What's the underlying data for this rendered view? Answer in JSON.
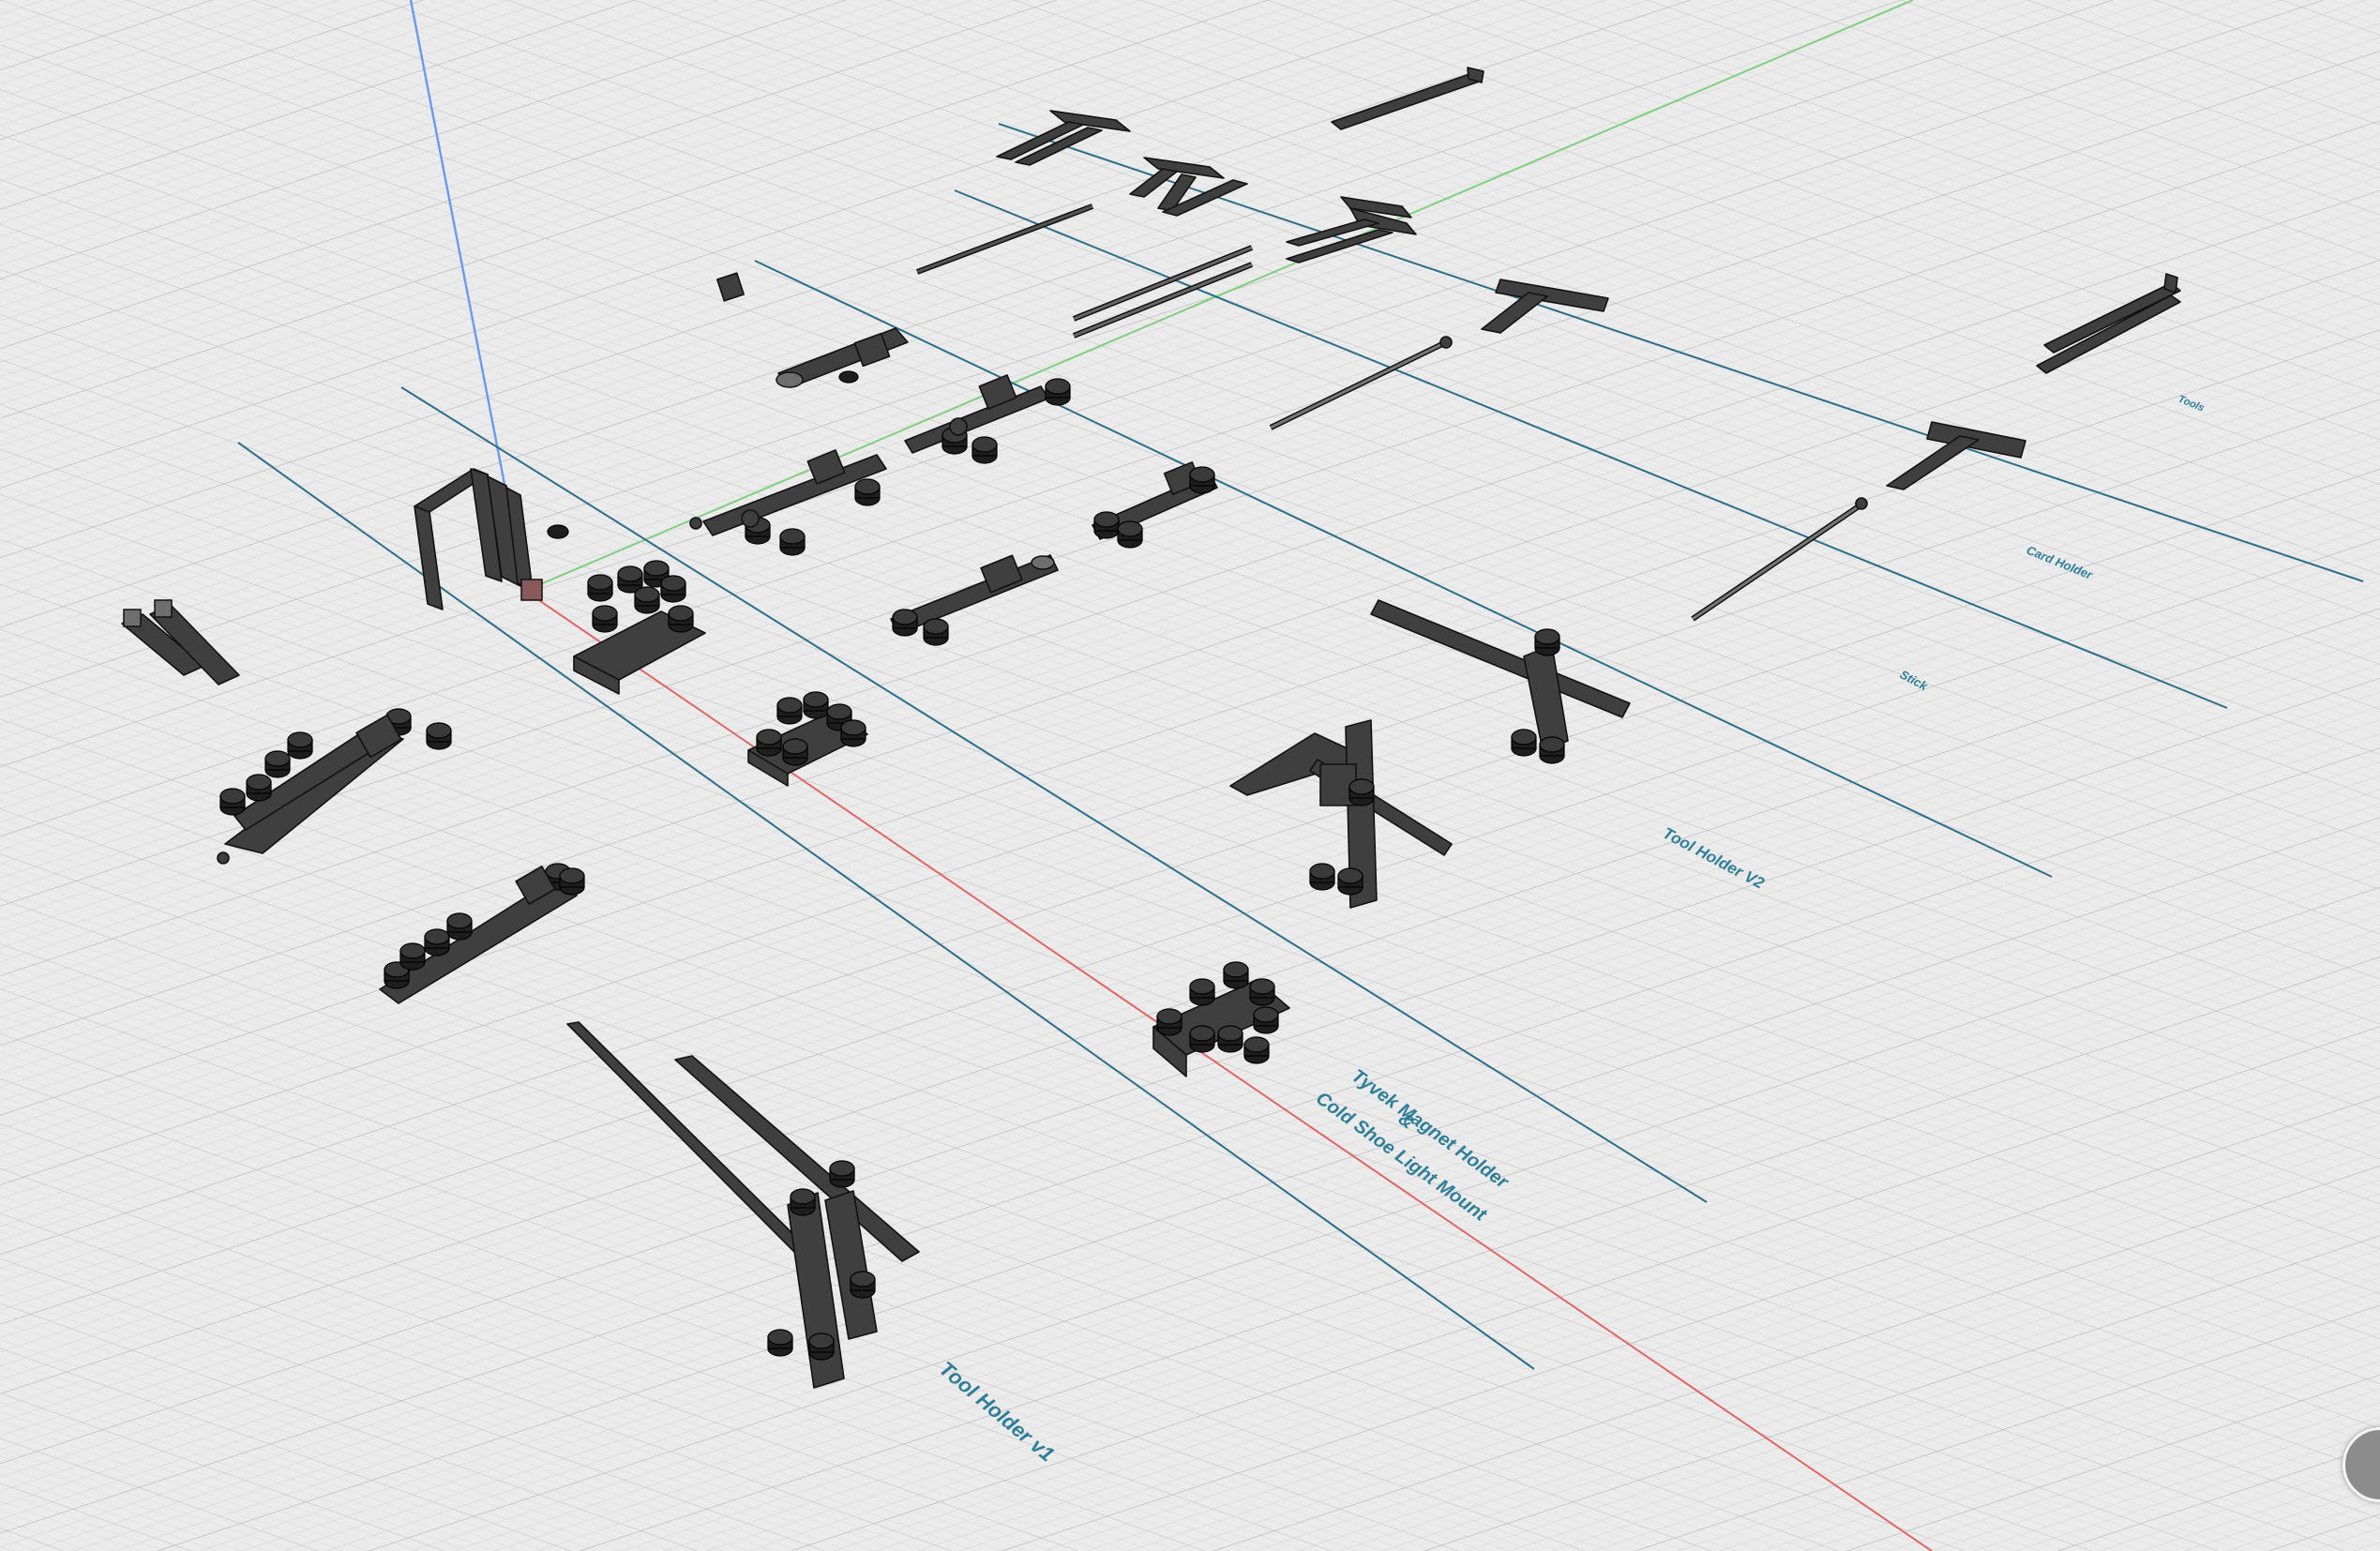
{
  "viewport": {
    "background": "#e9e9e9",
    "grid": {
      "minor_color": "#d2d2d2",
      "major_color": "#bdbdbd",
      "visible": true
    },
    "axes": {
      "x_color": "#e06666",
      "y_color": "#7fcf7f",
      "z_color": "#6b9be8"
    }
  },
  "sketch_labels": {
    "tools": "Tools",
    "card_holder": "Card Holder",
    "stick": "Stick",
    "tool_holder_v2": "Tool Holder V2",
    "tyvek_line1": "Tyvek Magnet Holder",
    "tyvek_line2": "&",
    "tyvek_line3": "Cold Shoe Light Mount",
    "tool_holder_v1": "Tool Holder v1"
  },
  "controls": {
    "orbit_icon": "navigation-orbit-icon"
  }
}
